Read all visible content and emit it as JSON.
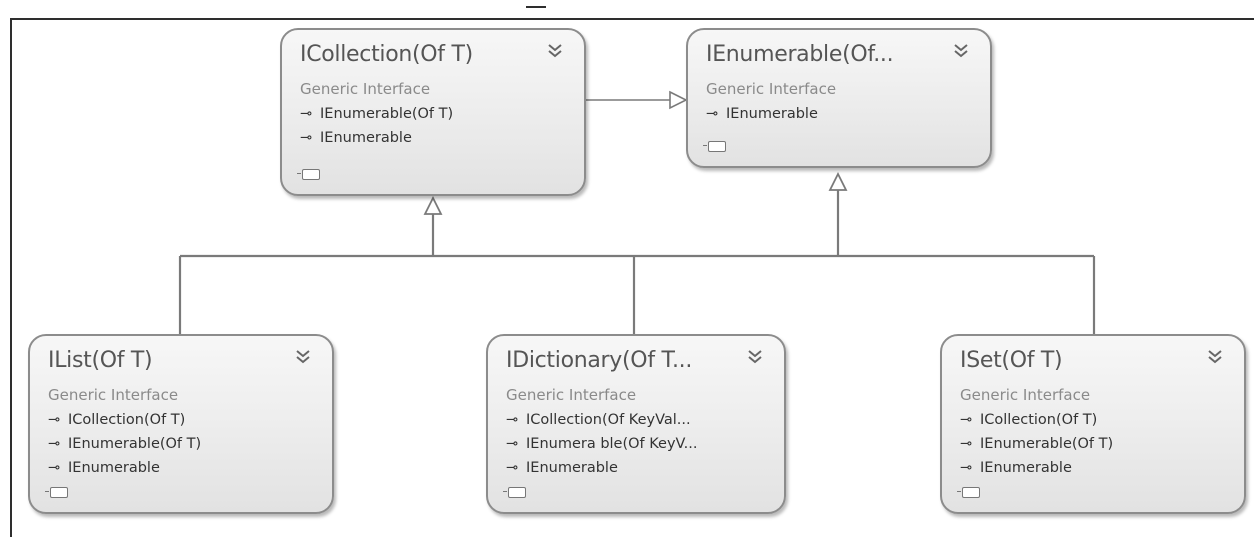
{
  "diagram": {
    "interfaces": [
      {
        "id": "icollection",
        "title": "ICollection(Of T)",
        "stereotype": "Generic Interface",
        "implements": [
          "IEnumerable(Of T)",
          "IEnumerable"
        ]
      },
      {
        "id": "ienumerable",
        "title": "IEnumerable(Of...",
        "stereotype": "Generic Interface",
        "implements": [
          "IEnumerable"
        ]
      },
      {
        "id": "ilist",
        "title": "IList(Of T)",
        "stereotype": "Generic Interface",
        "implements": [
          "ICollection(Of T)",
          "IEnumerable(Of T)",
          "IEnumerable"
        ]
      },
      {
        "id": "idictionary",
        "title": "IDictionary(Of  T...",
        "stereotype": "Generic Interface",
        "implements": [
          "ICollection(Of KeyVal...",
          "IEnumera ble(Of KeyV...",
          "IEnumerable"
        ]
      },
      {
        "id": "iset",
        "title": "ISet(Of T)",
        "stereotype": "Generic Interface",
        "implements": [
          "ICollection(Of T)",
          "IEnumerable(Of T)",
          "IEnumerable"
        ]
      }
    ],
    "relations": [
      {
        "from": "icollection",
        "to": "ienumerable",
        "kind": "inheritance"
      },
      {
        "from": "ilist",
        "to": "icollection",
        "kind": "inheritance"
      },
      {
        "from": "idictionary",
        "to": "icollection",
        "kind": "inheritance"
      },
      {
        "from": "iset",
        "to": "icollection",
        "kind": "inheritance"
      },
      {
        "from": "idictionary",
        "to": "ienumerable",
        "kind": "inheritance"
      },
      {
        "from": "iset",
        "to": "ienumerable",
        "kind": "inheritance"
      }
    ],
    "colors": {
      "line": "#7a7a7a",
      "border": "#8c8c8c",
      "title": "#555555",
      "subtitle": "#8a8a8a"
    }
  }
}
